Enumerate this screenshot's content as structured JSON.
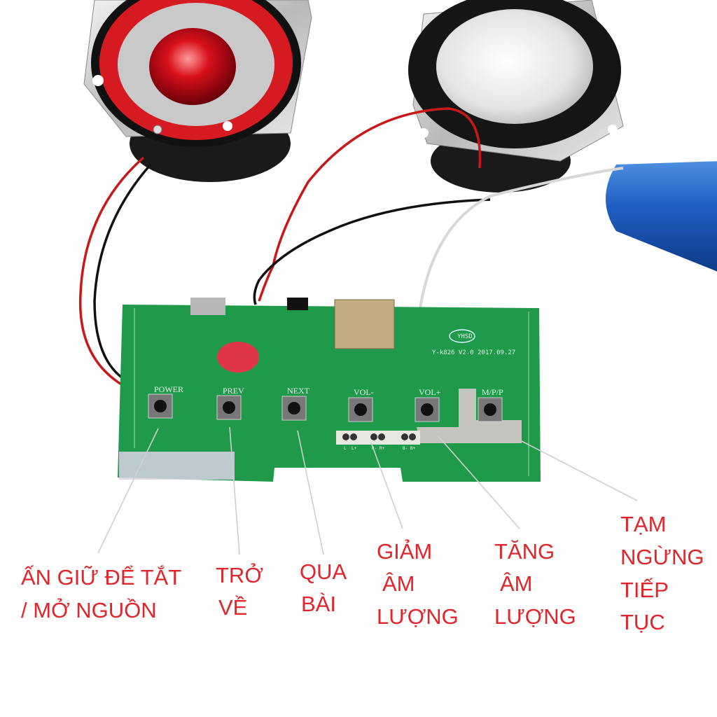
{
  "pcb": {
    "model_text": "Y-k826 V2.0 2017.09.27",
    "logo_text": "YHSD",
    "buttons": [
      "POWER",
      "PREV",
      "NEXT",
      "VOL-",
      "VOL+",
      "M/P/P"
    ],
    "pads": [
      "L",
      "L+",
      "R-",
      "R+",
      "B-",
      "B+"
    ]
  },
  "labels": {
    "power": [
      "ẤN GIỮ ĐỂ TẮT",
      "/ MỞ NGUỒN"
    ],
    "prev": [
      "TRỞ",
      "VỀ"
    ],
    "next": [
      "QUA",
      "BÀI"
    ],
    "vol_down": [
      "GIẢM",
      "ÂM",
      "LƯỢNG"
    ],
    "vol_up": [
      "TĂNG",
      "ÂM",
      "LƯỢNG"
    ],
    "play_pause": [
      "TẠM",
      "NGỪNG",
      "TIẾP",
      "TỤC"
    ]
  },
  "colors": {
    "label": "#e0252b",
    "pcb": "#1f9a4a"
  }
}
